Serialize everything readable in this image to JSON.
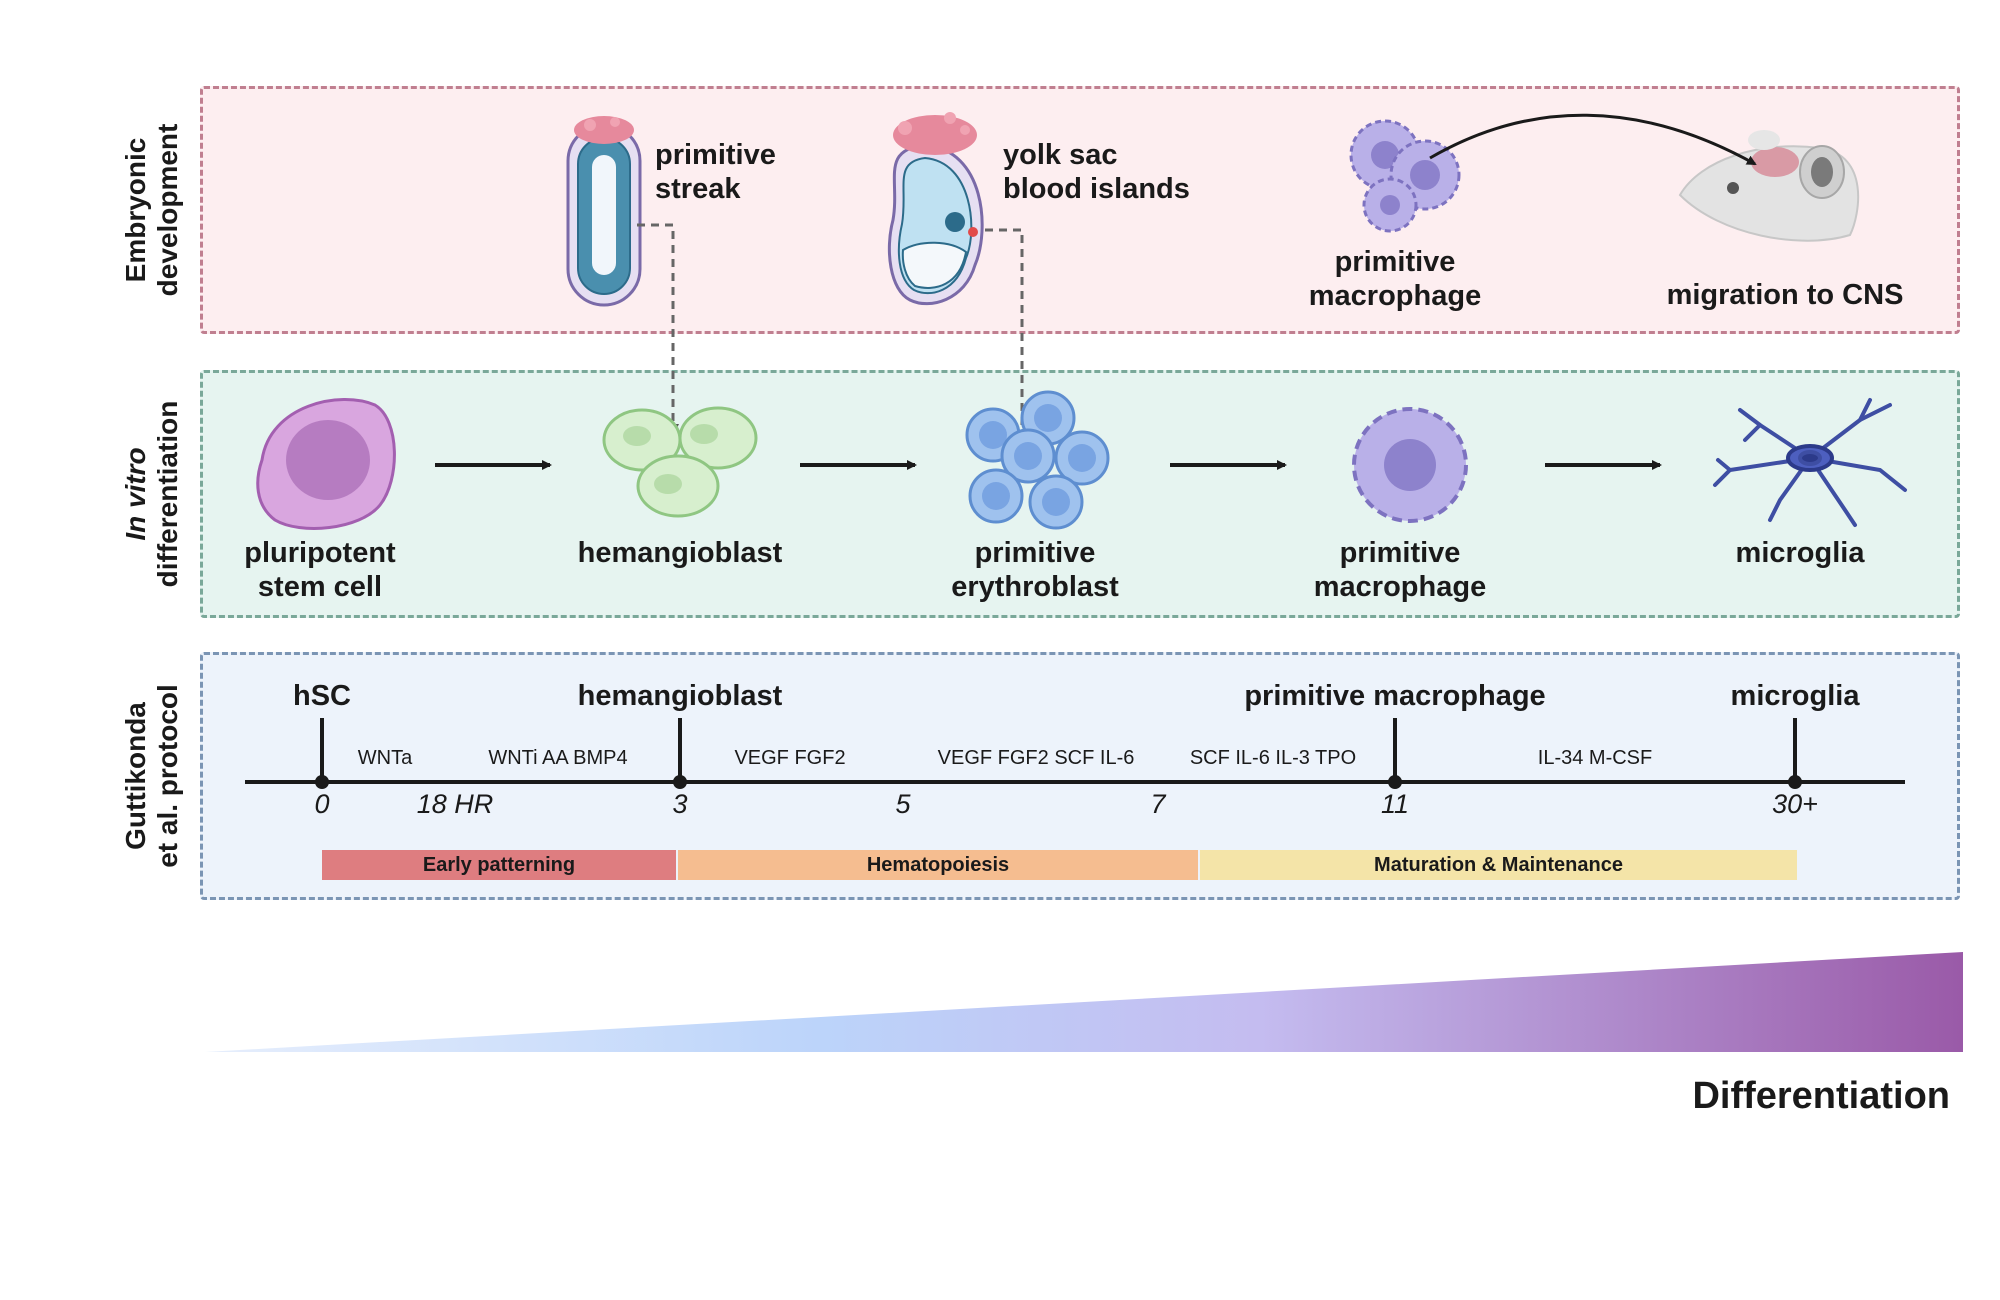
{
  "rows": {
    "embryo": {
      "line1": "Embryonic",
      "line2": "development"
    },
    "invitro": {
      "line1": "In vitro",
      "line2": "differentiation"
    },
    "protocol": {
      "line1": "Guttikonda",
      "line2": "et al. protocol"
    }
  },
  "embryo": {
    "streak": {
      "line1": "primitive",
      "line2": "streak"
    },
    "yolk": {
      "line1": "yolk sac",
      "line2": "blood islands"
    },
    "macro": {
      "line1": "primitive",
      "line2": "macrophage"
    },
    "migration": "migration to CNS"
  },
  "invitro": {
    "psc": {
      "line1": "pluripotent",
      "line2": "stem cell"
    },
    "hemangioblast": "hemangioblast",
    "erythro": {
      "line1": "primitive",
      "line2": "erythroblast"
    },
    "macro": {
      "line1": "primitive",
      "line2": "macrophage"
    },
    "microglia": "microglia"
  },
  "protocol": {
    "milestones": [
      "hSC",
      "hemangioblast",
      "primitive macrophage",
      "microglia"
    ],
    "reagents": [
      "WNTa",
      "WNTi AA BMP4",
      "VEGF FGF2",
      "VEGF FGF2 SCF IL-6",
      "SCF IL-6 IL-3 TPO",
      "IL-34 M-CSF"
    ],
    "days": [
      "0",
      "18 HR",
      "3",
      "5",
      "7",
      "11",
      "30+"
    ],
    "phases": [
      "Early patterning",
      "Hematopoiesis",
      "Maturation & Maintenance"
    ],
    "phase_colors": [
      "#de7d80",
      "#f5bd90",
      "#f4e4a8"
    ]
  },
  "gradient": {
    "label": "Differentiation",
    "color_start": "#bcd4fa",
    "color_mid": "#c4bcf0",
    "color_end": "#9a5aa8"
  }
}
